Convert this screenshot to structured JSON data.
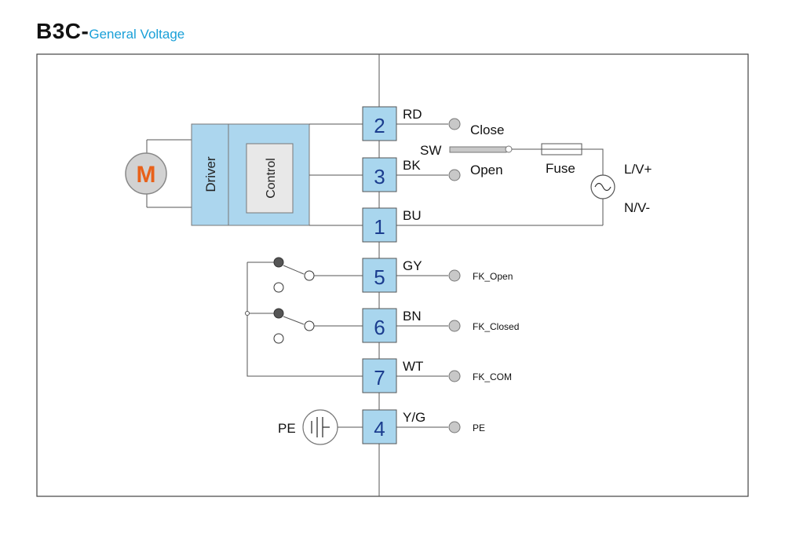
{
  "title": {
    "model": "B3C-",
    "subtitle": "General Voltage"
  },
  "motor": {
    "label": "M"
  },
  "module": {
    "driver": "Driver",
    "control": "Control"
  },
  "terminals": [
    {
      "num": "2",
      "wire": "RD"
    },
    {
      "num": "3",
      "wire": "BK"
    },
    {
      "num": "1",
      "wire": "BU"
    },
    {
      "num": "5",
      "wire": "GY"
    },
    {
      "num": "6",
      "wire": "BN"
    },
    {
      "num": "7",
      "wire": "WT"
    },
    {
      "num": "4",
      "wire": "Y/G"
    }
  ],
  "outputs": {
    "close": "Close",
    "open": "Open",
    "fk_open": "FK_Open",
    "fk_closed": "FK_Closed",
    "fk_com": "FK_COM",
    "pe": "PE"
  },
  "power": {
    "switch": "SW",
    "fuse": "Fuse",
    "line": "L/V+",
    "neutral": "N/V-"
  },
  "ground": {
    "label": "PE"
  },
  "colors": {
    "terminal_fill": "#a9d6ee",
    "module_fill": "#acd6ee",
    "control_fill": "#e8e8e8",
    "motor_letter": "#e8611a",
    "subtitle": "#1aa0d8",
    "terminal_number": "#1b3d8f"
  }
}
